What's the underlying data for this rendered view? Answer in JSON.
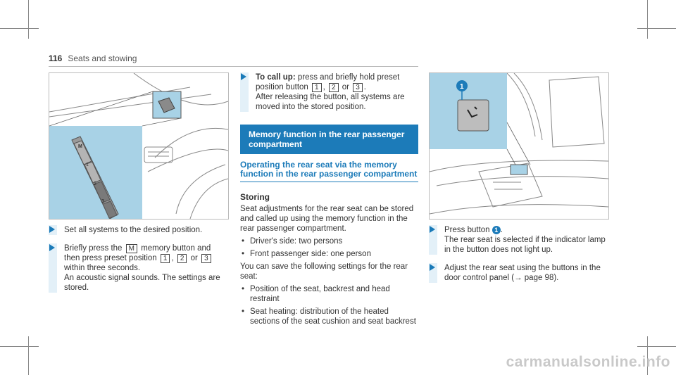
{
  "header": {
    "page_number": "116",
    "section": "Seats and stowing"
  },
  "col1": {
    "step1": "Set all systems to the desired position.",
    "step2_a": "Briefly press the",
    "key_m": "M",
    "step2_b": "memory button and then press preset position",
    "key_1": "1",
    "sep": ",",
    "key_2": "2",
    "or": "or",
    "key_3": "3",
    "step2_c": "within three seconds.",
    "step2_d": "An acoustic signal sounds. The settings are stored.",
    "fig_labels": {
      "m": "M",
      "one": "1",
      "two": "2",
      "three": "3"
    }
  },
  "col2": {
    "callup_label": "To call up:",
    "callup_text_a": "press and briefly hold preset position button",
    "key_1": "1",
    "sep": ",",
    "key_2": "2",
    "or": "or",
    "key_3": "3",
    "period": ".",
    "callup_text_b": "After releasing the button, all systems are moved into the stored position.",
    "band_title": "Memory function in the rear passenger compartment",
    "subhead": "Operating the rear seat via the memory function in the rear passenger compartment",
    "storing_title": "Storing",
    "storing_text": "Seat adjustments for the rear seat can be stored and called up using the memory function in the rear passenger compartment.",
    "bullets_1": [
      "Driver's side: two persons",
      "Front passenger side: one person"
    ],
    "save_text": "You can save the following settings for the rear seat:",
    "bullets_2": [
      "Position of the seat, backrest and head restraint",
      "Seat heating: distribution of the heated sections of the seat cushion and seat backrest"
    ]
  },
  "col3": {
    "callout_num": "1",
    "step1_a": "Press button",
    "step1_b": ".",
    "step1_c": "The rear seat is selected if the indicator lamp in the button does not light up.",
    "step2": "Adjust the rear seat using the buttons in the door control panel (→ page 98)."
  },
  "watermark": "carmanualsonline.info",
  "colors": {
    "accent": "#1c7bb9",
    "figure_highlight": "#a8d2e6"
  }
}
